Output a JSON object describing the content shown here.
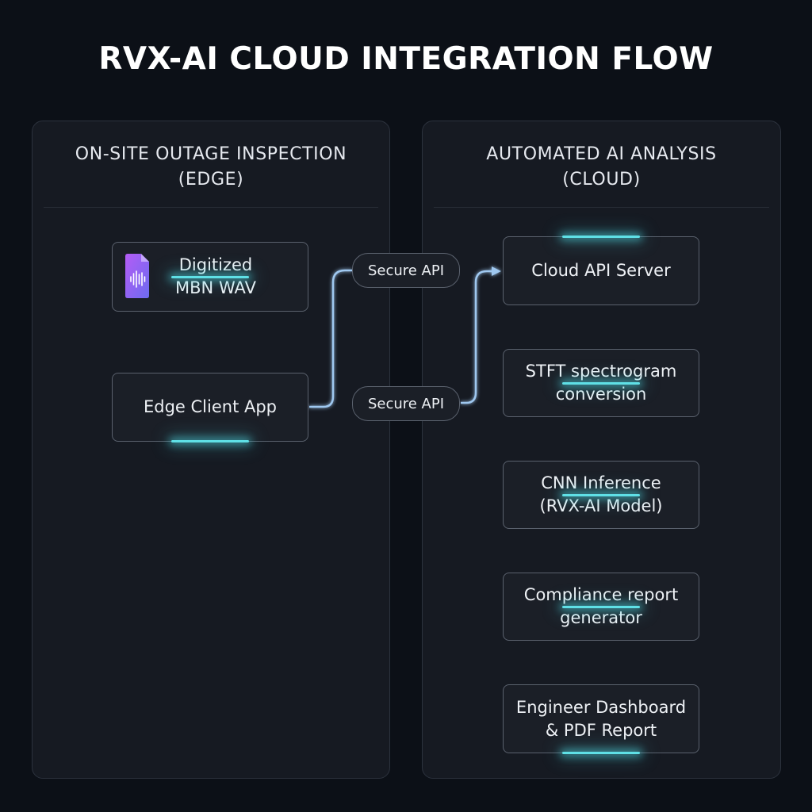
{
  "title": "RVX-AI CLOUD INTEGRATION FLOW",
  "panels": {
    "edge": {
      "title_line1": "ON-SITE OUTAGE INSPECTION",
      "title_line2": "(EDGE)"
    },
    "cloud": {
      "title_line1": "AUTOMATED AI ANALYSIS",
      "title_line2": "(CLOUD)"
    }
  },
  "edge_nodes": {
    "wav": {
      "line1": "Digitized",
      "line2": "MBN WAV",
      "icon": "audio-file-icon"
    },
    "client": {
      "label": "Edge Client App"
    }
  },
  "bridge": {
    "top_label": "Secure API",
    "bottom_label": "Secure API"
  },
  "cloud_nodes": {
    "server": {
      "label": "Cloud API Server"
    },
    "stft": {
      "line1": "STFT spectrogram",
      "line2": "conversion"
    },
    "cnn": {
      "line1": "CNN Inference",
      "line2": "(RVX-AI Model)"
    },
    "report": {
      "line1": "Compliance report",
      "line2": "generator"
    },
    "dashboard": {
      "line1": "Engineer Dashboard",
      "line2": "& PDF Report"
    }
  },
  "colors": {
    "background": "#0c1017",
    "panel": "#161a22",
    "accent_cyan": "#5fe0e6",
    "arrow_green": "#8ef0c8",
    "arrow_blue": "#9fc8f0",
    "icon_gradient_start": "#a855f7",
    "icon_gradient_end": "#6366f1"
  }
}
